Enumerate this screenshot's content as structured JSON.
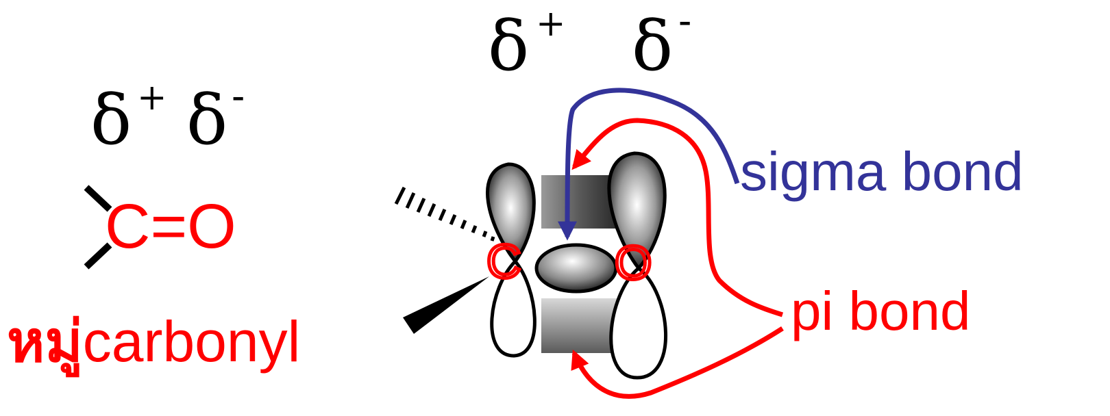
{
  "left": {
    "delta_plus": "δ",
    "plus_sign": "+",
    "delta_minus": "δ",
    "minus_sign": "-",
    "formula": "C=O",
    "group_label_thai": "หมู่",
    "group_label_en": "carbonyl"
  },
  "right": {
    "delta_plus": "δ",
    "plus_sign": "+",
    "delta_minus": "δ",
    "minus_sign": "-",
    "carbon_label": "C",
    "oxygen_label": "O",
    "sigma_label": "sigma bond",
    "pi_label": "pi bond"
  },
  "colors": {
    "text": "#000000",
    "accent_red": "#ff0000",
    "sigma_blue": "#333399"
  }
}
